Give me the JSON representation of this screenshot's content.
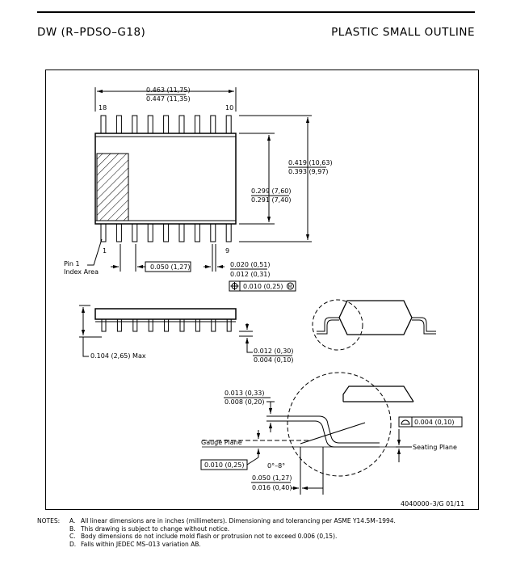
{
  "header": {
    "package_code": "DW (R–PDSO–G18)",
    "package_type": "PLASTIC SMALL OUTLINE"
  },
  "top_view": {
    "pin_first": "18",
    "pin_last_top": "10",
    "pin_1": "1",
    "pin_9": "9",
    "pin1_label_line1": "Pin 1",
    "pin1_label_line2": "Index Area",
    "length_max": "0.463 (11,75)",
    "length_min": "0.447 (11,35)",
    "span_max": "0.419 (10,63)",
    "span_min": "0.393 (9,97)",
    "body_width_max": "0.299 (7,60)",
    "body_width_min": "0.291 (7,40)",
    "pitch": "0.050 (1,27)",
    "lead_width_max": "0.020 (0,51)",
    "lead_width_min": "0.012 (0,31)",
    "position_tol": "0.010 (0,25)",
    "position_tol_modifier": "M"
  },
  "side_view": {
    "height_max": "0.104 (2,65) Max",
    "standoff_max": "0.012 (0,30)",
    "standoff_min": "0.004 (0,10)"
  },
  "detail_view": {
    "lead_thick_max": "0.013 (0,33)",
    "lead_thick_min": "0.008 (0,20)",
    "gauge_plane": "Gauge Plane",
    "gauge_dim": "0.010 (0,25)",
    "angle": "0°–8°",
    "foot_max": "0.050 (1,27)",
    "foot_min": "0.016 (0,40)",
    "flatness": "0.004 (0,10)",
    "seating_plane": "Seating Plane"
  },
  "drawing_number": "4040000–3/G 01/11",
  "notes": {
    "label": "NOTES:",
    "items": [
      {
        "key": "A.",
        "text": "All linear dimensions are in inches (millimeters). Dimensioning and tolerancing per ASME Y14.5M–1994."
      },
      {
        "key": "B.",
        "text": "This drawing is subject to change without notice."
      },
      {
        "key": "C.",
        "text": "Body dimensions do not include mold flash or protrusion not to exceed 0.006 (0,15)."
      },
      {
        "key": "D.",
        "text": "Falls within JEDEC MS–013 variation AB."
      }
    ]
  }
}
